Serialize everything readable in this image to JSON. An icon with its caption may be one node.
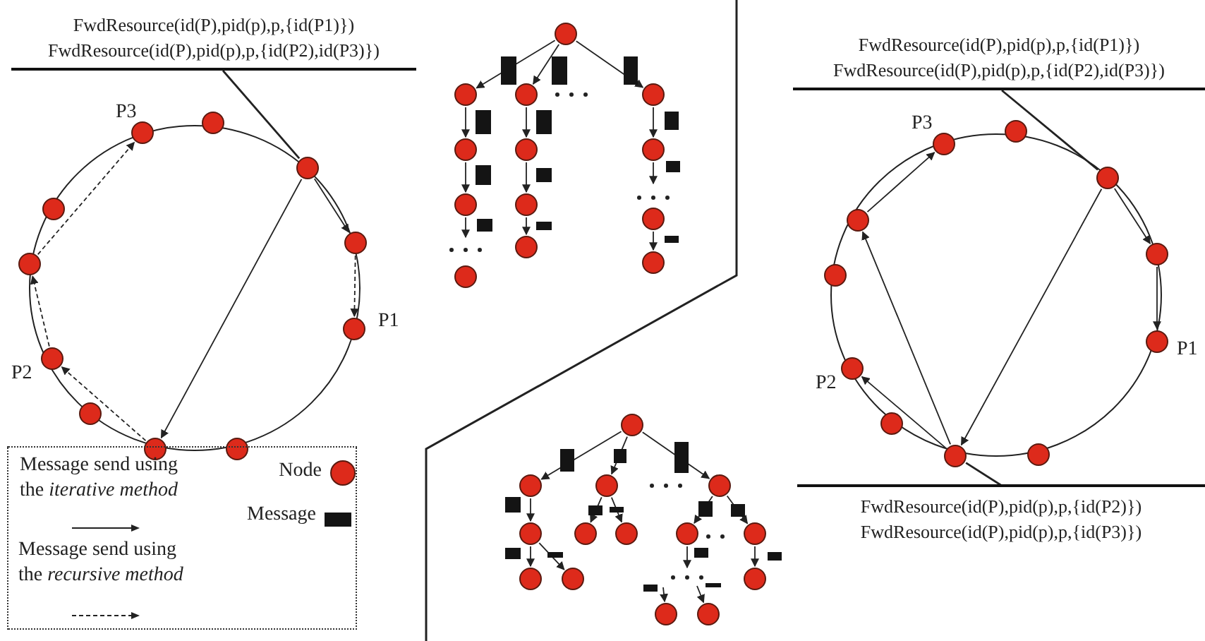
{
  "diagram": {
    "nodes": [
      {
        "text": [
          "FwdResource(id(P),pid(p),p,{id(P1)})",
          "FwdResource(id(P),pid(p),p,{id(P2),id(P3)})"
        ]
      },
      {
        "text": [],
        "shape": "circle",
        "beside": [
          "P3"
        ]
      },
      {
        "text": [],
        "shape": "circle"
      },
      {
        "text": [],
        "shape": "circle"
      },
      {
        "text": [],
        "shape": "circle"
      },
      {
        "text": [],
        "shape": "circle"
      },
      {
        "text": [],
        "shape": "circle"
      },
      {
        "text": [],
        "shape": "circle",
        "beside": [
          "P1"
        ]
      },
      {
        "text": [],
        "shape": "circle",
        "beside": [
          "P2"
        ]
      },
      {
        "text": [],
        "shape": "circle"
      },
      {
        "text": [],
        "shape": "circle"
      },
      {
        "text": [],
        "shape": "circle"
      },
      {
        "text": [],
        "shape": "circle"
      },
      {
        "text": [],
        "shape": "circle"
      },
      {
        "text": [],
        "shape": "circle"
      },
      {
        "text": [],
        "shape": "circle"
      },
      {
        "text": [],
        "shape": "circle"
      },
      {
        "text": [],
        "shape": "circle"
      },
      {
        "text": [],
        "shape": "circle"
      },
      {
        "text": [],
        "shape": "circle"
      },
      {
        "text": [],
        "shape": "circle"
      },
      {
        "text": [],
        "shape": "circle"
      },
      {
        "text": [],
        "shape": "circle"
      },
      {
        "text": [],
        "shape": "circle"
      },
      {
        "text": [],
        "shape": "circle"
      },
      {
        "text": [
          "FwdResource(id(P),pid(p),p,{id(P1)})",
          "FwdResource(id(P),pid(p),p,{id(P2),id(P3)})"
        ]
      },
      {
        "text": [],
        "shape": "circle",
        "beside": [
          "P3"
        ]
      },
      {
        "text": [],
        "shape": "circle"
      },
      {
        "text": [],
        "shape": "circle"
      },
      {
        "text": [],
        "shape": "circle"
      },
      {
        "text": [],
        "shape": "circle"
      },
      {
        "text": [],
        "shape": "circle"
      },
      {
        "text": [],
        "shape": "circle",
        "beside": [
          "P1"
        ]
      },
      {
        "text": [],
        "shape": "circle",
        "beside": [
          "P2"
        ]
      },
      {
        "text": [],
        "shape": "circle"
      },
      {
        "text": [],
        "shape": "circle"
      },
      {
        "text": [],
        "shape": "circle"
      },
      {
        "text": [
          "FwdResource(id(P),pid(p),p,{id(P2)})",
          "FwdResource(id(P),pid(p),p,{id(P3)})"
        ]
      },
      {
        "text": [],
        "shape": "circle"
      },
      {
        "text": [],
        "shape": "circle"
      },
      {
        "text": [],
        "shape": "circle"
      },
      {
        "text": [],
        "shape": "circle"
      },
      {
        "text": [],
        "shape": "circle"
      },
      {
        "text": [],
        "shape": "circle"
      },
      {
        "text": [],
        "shape": "circle"
      },
      {
        "text": [],
        "shape": "circle"
      },
      {
        "text": [],
        "shape": "circle"
      },
      {
        "text": [],
        "shape": "circle"
      },
      {
        "text": [],
        "shape": "circle"
      },
      {
        "text": [],
        "shape": "circle"
      },
      {
        "text": [],
        "shape": "circle"
      },
      {
        "text": [],
        "shape": "circle"
      }
    ],
    "edges": [
      {
        "from": 0,
        "to": 3,
        "arrow": "none"
      },
      {
        "from": 3,
        "to": 5,
        "arrow": "to"
      },
      {
        "from": 3,
        "to": 10,
        "arrow": "to"
      },
      {
        "from": 10,
        "to": 8,
        "arrow": "to",
        "style": "dashed"
      },
      {
        "from": 5,
        "to": 7,
        "arrow": "to",
        "style": "dashed"
      },
      {
        "from": 8,
        "to": 6,
        "arrow": "to",
        "style": "dashed"
      },
      {
        "from": 6,
        "to": 1,
        "arrow": "to",
        "style": "dashed"
      },
      {
        "from": 12,
        "to": 13,
        "arrow": "to"
      },
      {
        "from": 12,
        "to": 14,
        "arrow": "to"
      },
      {
        "from": 12,
        "to": 15,
        "arrow": "to"
      },
      {
        "from": 13,
        "to": 16,
        "arrow": "to"
      },
      {
        "from": 16,
        "to": 19,
        "arrow": "to"
      },
      {
        "from": 19,
        "to": null,
        "arrow": "to"
      },
      {
        "from": 14,
        "to": 17,
        "arrow": "to"
      },
      {
        "from": 17,
        "to": 20,
        "arrow": "to"
      },
      {
        "from": 20,
        "to": 22,
        "arrow": "to"
      },
      {
        "from": 15,
        "to": 18,
        "arrow": "to"
      },
      {
        "from": 18,
        "to": null,
        "arrow": "to"
      },
      {
        "from": 21,
        "to": 23,
        "arrow": "to"
      },
      {
        "from": 25,
        "to": 28,
        "arrow": "none"
      },
      {
        "from": 28,
        "to": 30,
        "arrow": "to"
      },
      {
        "from": 30,
        "to": 32,
        "arrow": "to"
      },
      {
        "from": 28,
        "to": 36,
        "arrow": "to"
      },
      {
        "from": 36,
        "to": 33,
        "arrow": "to"
      },
      {
        "from": 36,
        "to": 29,
        "arrow": "to"
      },
      {
        "from": 29,
        "to": 26,
        "arrow": "to"
      },
      {
        "from": 37,
        "to": 36,
        "arrow": "none"
      },
      {
        "from": 38,
        "to": 39,
        "arrow": "to"
      },
      {
        "from": 38,
        "to": 40,
        "arrow": "to"
      },
      {
        "from": 38,
        "to": 41,
        "arrow": "to"
      },
      {
        "from": 39,
        "to": 42,
        "arrow": "to"
      },
      {
        "from": 42,
        "to": 47,
        "arrow": "to"
      },
      {
        "from": 42,
        "to": 48,
        "arrow": "to"
      },
      {
        "from": 40,
        "to": 43,
        "arrow": "to"
      },
      {
        "from": 40,
        "to": 44,
        "arrow": "to"
      },
      {
        "from": 41,
        "to": 45,
        "arrow": "to"
      },
      {
        "from": 41,
        "to": 46,
        "arrow": "to"
      },
      {
        "from": 45,
        "to": null,
        "arrow": "to"
      },
      {
        "from": 46,
        "to": 49,
        "arrow": "to"
      },
      {
        "from": null,
        "to": 50,
        "arrow": "to"
      },
      {
        "from": null,
        "to": 51,
        "arrow": "to"
      }
    ],
    "legend": [
      {
        "text": "Message send using the *iterative method*"
      },
      {
        "text": "Message send using the *recursive method*"
      },
      {
        "text": "Node",
        "color": "#dd2a1b"
      },
      {
        "text": "Message",
        "color": "#141414"
      }
    ]
  }
}
